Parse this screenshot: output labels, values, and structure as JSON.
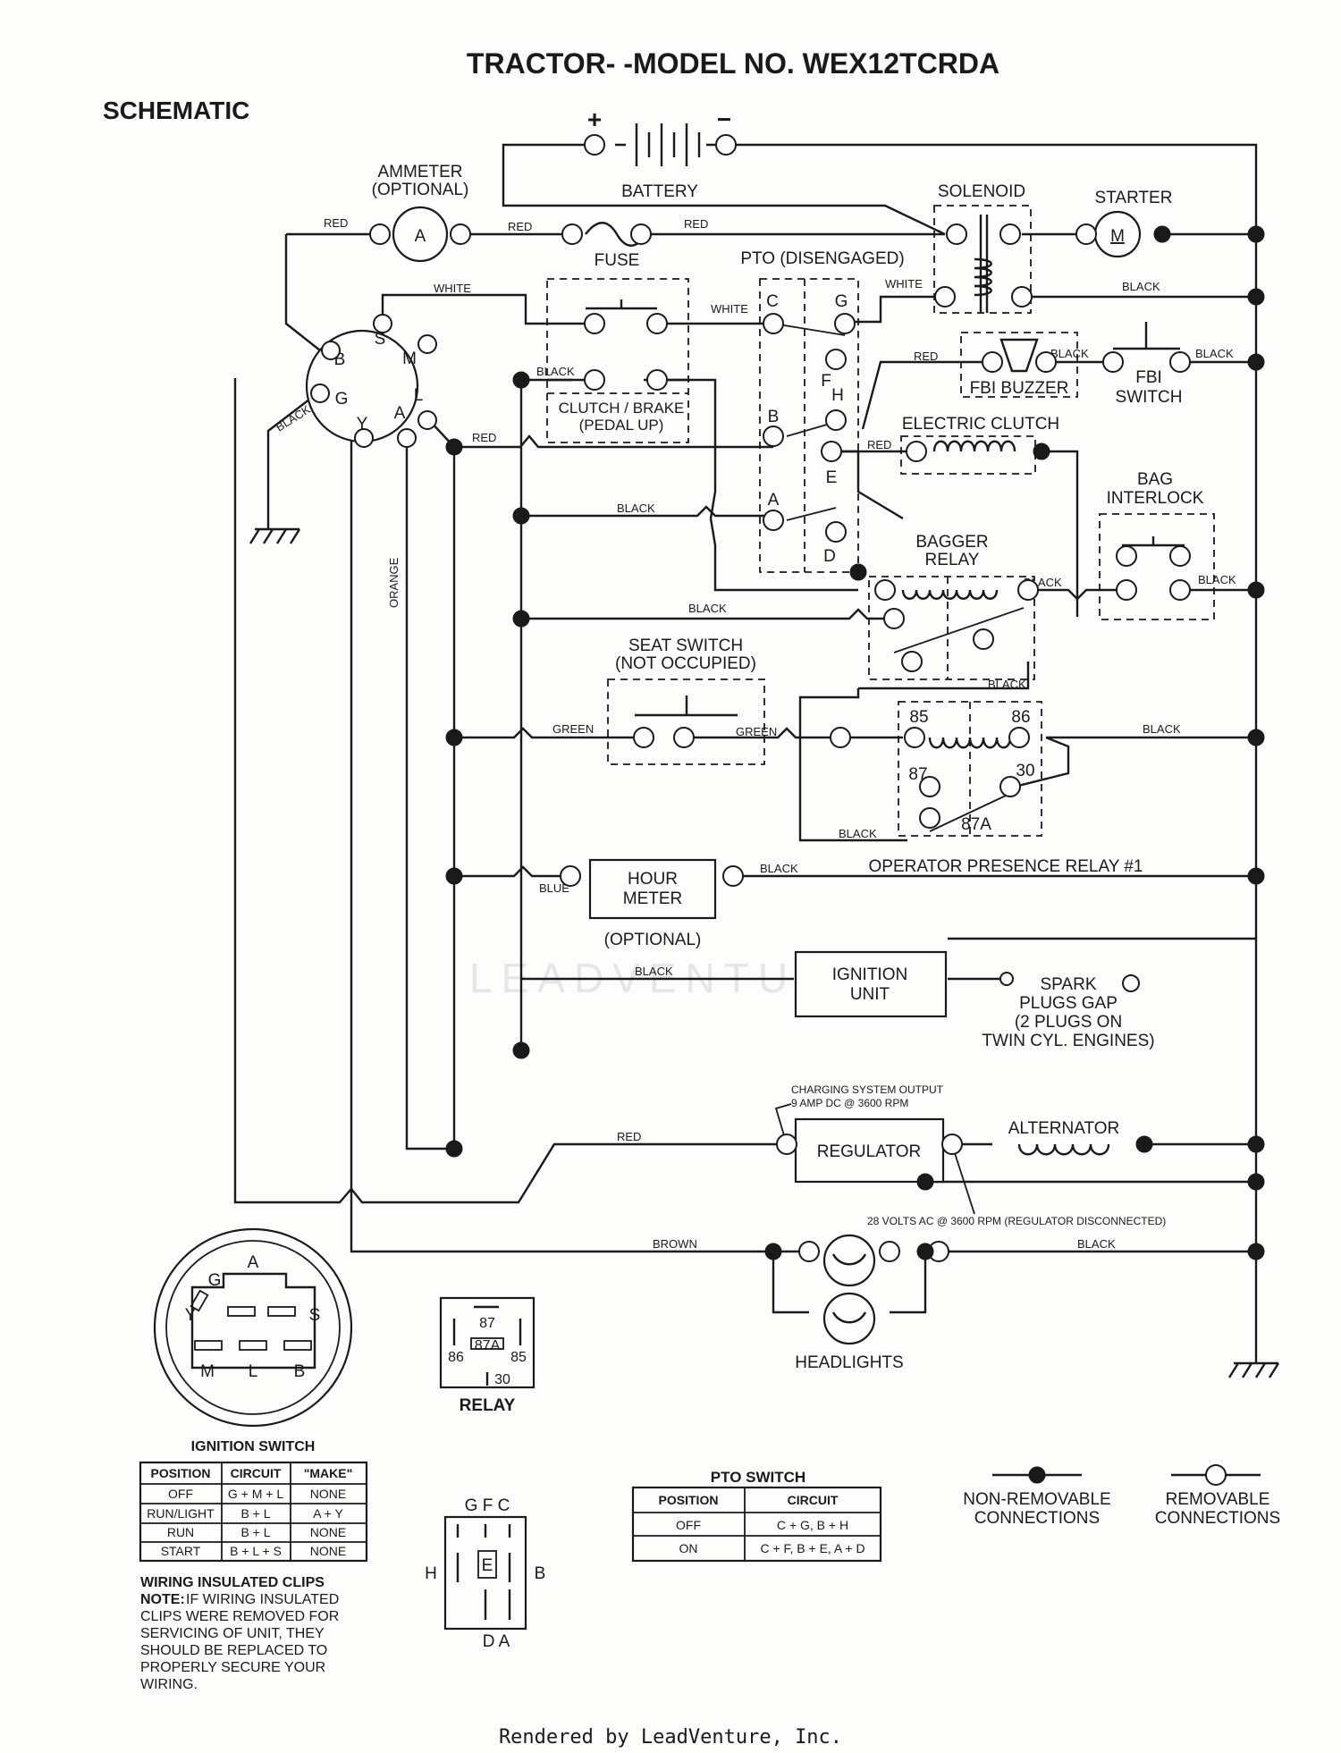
{
  "title": "TRACTOR- -MODEL NO. WEX12TCRDA",
  "subtitle": "SCHEMATIC",
  "components": {
    "battery": "BATTERY",
    "battery_pos": "+",
    "battery_neg": "−",
    "ammeter_l1": "AMMETER",
    "ammeter_l2": "(OPTIONAL)",
    "ammeter_symbol": "A",
    "fuse": "FUSE",
    "pto": "PTO (DISENGAGED)",
    "solenoid": "SOLENOID",
    "starter": "STARTER",
    "starter_symbol": "M",
    "fbi_buzzer": "FBI BUZZER",
    "fbi_switch_l1": "FBI",
    "fbi_switch_l2": "SWITCH",
    "clutch_brake_l1": "CLUTCH / BRAKE",
    "clutch_brake_l2": "(PEDAL UP)",
    "electric_clutch": "ELECTRIC CLUTCH",
    "bag_interlock_l1": "BAG",
    "bag_interlock_l2": "INTERLOCK",
    "bagger_relay_l1": "BAGGER",
    "bagger_relay_l2": "RELAY",
    "seat_switch_l1": "SEAT SWITCH",
    "seat_switch_l2": "(NOT OCCUPIED)",
    "operator_relay": "OPERATOR PRESENCE RELAY #1",
    "hour_meter_l1": "HOUR",
    "hour_meter_l2": "METER",
    "hour_meter_opt": "(OPTIONAL)",
    "ignition_unit_l1": "IGNITION",
    "ignition_unit_l2": "UNIT",
    "spark_l1": "SPARK",
    "spark_l2": "PLUGS GAP",
    "spark_l3": "(2 PLUGS ON",
    "spark_l4": "TWIN CYL. ENGINES)",
    "charging_l1": "CHARGING SYSTEM OUTPUT",
    "charging_l2": "9 AMP DC @ 3600 RPM",
    "regulator": "REGULATOR",
    "alternator": "ALTERNATOR",
    "ac_note": "28 VOLTS AC @ 3600 RPM (REGULATOR DISCONNECTED)",
    "headlights": "HEADLIGHTS",
    "relay": "RELAY"
  },
  "terminals": {
    "ign": [
      "S",
      "M",
      "B",
      "G",
      "L",
      "Y",
      "A"
    ],
    "pto": [
      "C",
      "G",
      "F",
      "H",
      "B",
      "E",
      "A",
      "D"
    ],
    "relay": [
      "85",
      "86",
      "87",
      "30",
      "87A"
    ]
  },
  "wires": {
    "red": "RED",
    "white": "WHITE",
    "black": "BLACK",
    "orange": "ORANGE",
    "green": "GREEN",
    "blue": "BLUE",
    "brown": "BROWN"
  },
  "ign_diagram": {
    "labels": [
      "A",
      "G",
      "Y",
      "S",
      "M",
      "L",
      "B"
    ],
    "title": "IGNITION SWITCH"
  },
  "ign_table": {
    "headers": [
      "POSITION",
      "CIRCUIT",
      "\"MAKE\""
    ],
    "rows": [
      [
        "OFF",
        "G + M + L",
        "NONE"
      ],
      [
        "RUN/LIGHT",
        "B + L",
        "A + Y"
      ],
      [
        "RUN",
        "B + L",
        "NONE"
      ],
      [
        "START",
        "B + L + S",
        "NONE"
      ]
    ]
  },
  "relay_diagram": {
    "labels": [
      "87",
      "86",
      "87A",
      "85",
      "30"
    ]
  },
  "pto_diagram": {
    "top": "G F C",
    "left": "H",
    "center": "E",
    "right": "B",
    "bottom": "D A"
  },
  "pto_table": {
    "title": "PTO SWITCH",
    "headers": [
      "POSITION",
      "CIRCUIT"
    ],
    "rows": [
      [
        "OFF",
        "C + G, B + H"
      ],
      [
        "ON",
        "C + F, B + E, A + D"
      ]
    ]
  },
  "legend": {
    "nonremovable_l1": "NON-REMOVABLE",
    "nonremovable_l2": "CONNECTIONS",
    "removable_l1": "REMOVABLE",
    "removable_l2": "CONNECTIONS"
  },
  "note": {
    "heading": "WIRING INSULATED CLIPS",
    "label": "NOTE:",
    "lines": [
      "IF WIRING INSULATED",
      "CLIPS WERE REMOVED FOR",
      "SERVICING OF UNIT, THEY",
      "SHOULD BE REPLACED TO",
      "PROPERLY SECURE YOUR",
      "WIRING."
    ]
  },
  "watermark": "LEADVENTURE",
  "footer": "Rendered by LeadVenture, Inc."
}
